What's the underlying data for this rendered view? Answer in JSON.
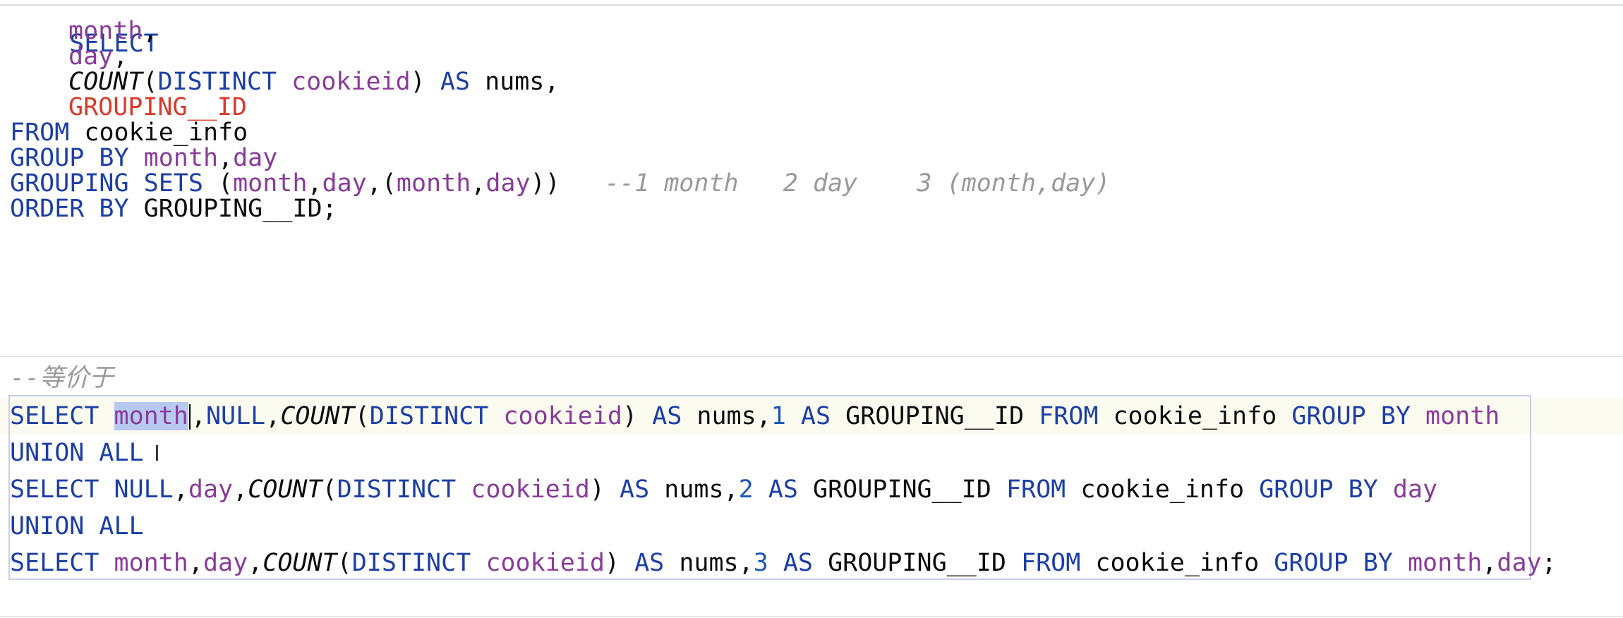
{
  "editor": {
    "query1": {
      "select_kw": "SELECT",
      "col_month": "month",
      "col_day": "day",
      "comma": ",",
      "count_fn": "COUNT",
      "distinct_kw": "DISTINCT",
      "cookieid": "cookieid",
      "as_kw": "AS",
      "nums": "nums",
      "grouping_id": "GROUPING__ID",
      "from_kw": "FROM",
      "table": "cookie_info",
      "group_by_kw": "GROUP BY",
      "grouping_sets_kw": "GROUPING SETS",
      "comment": "--1 month   2 day    3 (month,day)",
      "order_by_kw": "ORDER BY",
      "order_by_target": "GROUPING__ID;"
    },
    "equivalent_comment": "--等价于",
    "union_all": "UNION ALL",
    "null_kw": "NULL",
    "num1": "1",
    "num2": "2",
    "num3": "3",
    "semicolon": ";"
  }
}
